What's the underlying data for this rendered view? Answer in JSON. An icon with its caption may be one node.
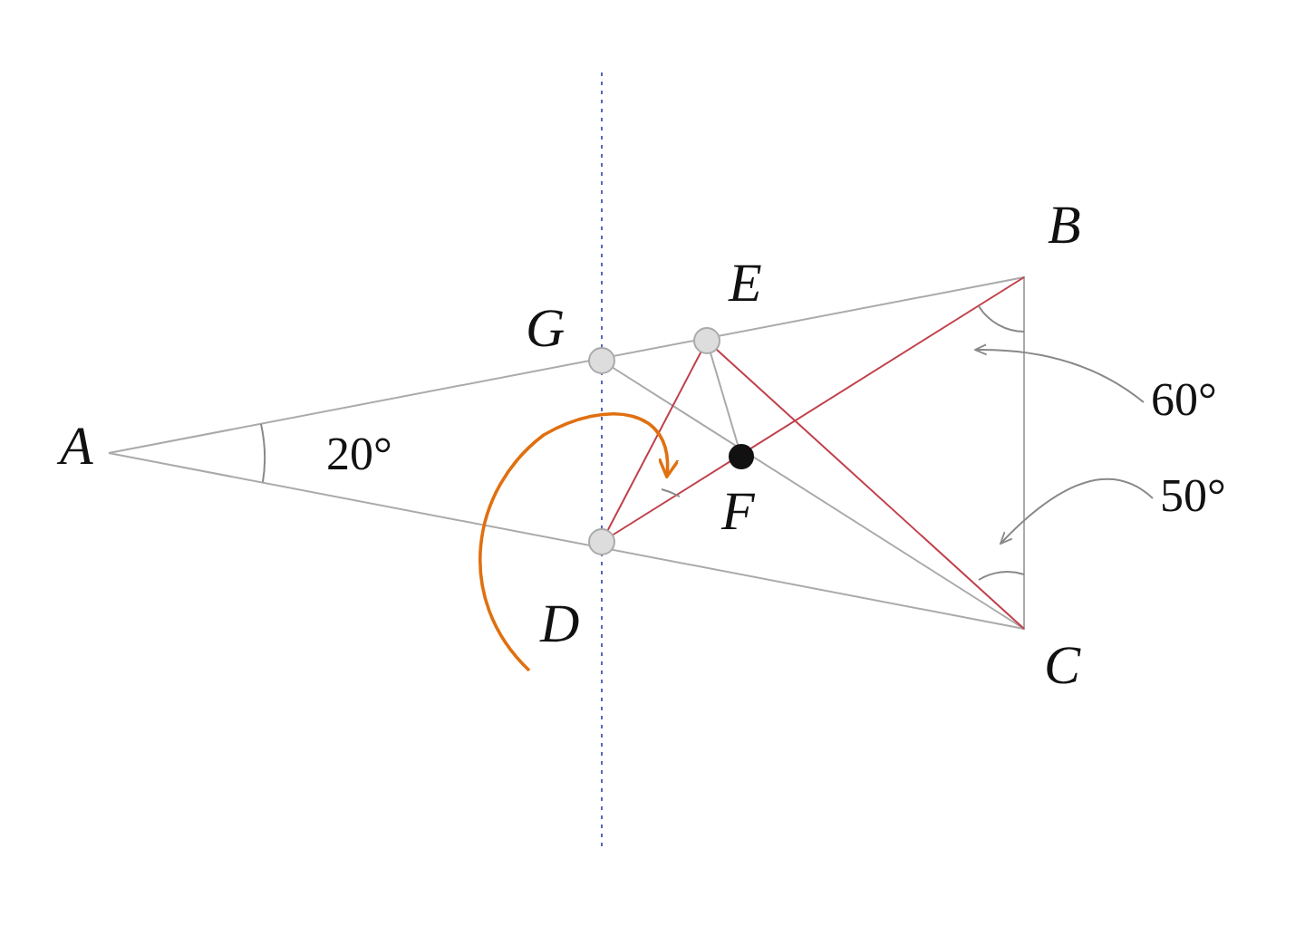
{
  "diagram": {
    "nodes": [
      {
        "text": [
          "60°"
        ]
      },
      {
        "text": [
          "50°"
        ]
      }
    ],
    "edges": [
      {
        "from": 0,
        "to": null,
        "arrow": "to"
      },
      {
        "from": 1,
        "to": null,
        "arrow": "to"
      }
    ],
    "labels": [
      "B",
      "E",
      "G",
      "A",
      "20°",
      "F",
      "D",
      "C"
    ]
  }
}
